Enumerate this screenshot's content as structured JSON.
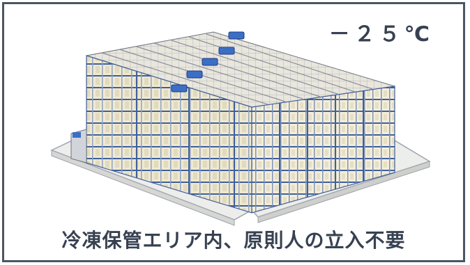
{
  "temperature_label": "－２５℃",
  "caption": "冷凍保管エリア内、原則人の立入不要",
  "colors": {
    "border": "#4b5563",
    "text": "#374151",
    "rack_frame": "#3f5f9a",
    "pallet": "#efe9d2",
    "shuttle": "#3a6fc4",
    "floor": "#ededeb"
  },
  "icons": [
    "automated-warehouse-illustration",
    "stacker-crane-shuttle-icon"
  ]
}
